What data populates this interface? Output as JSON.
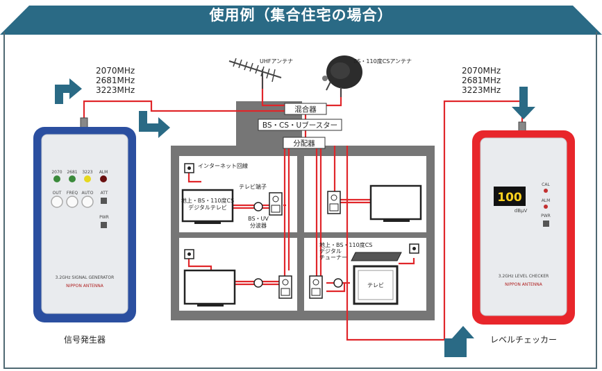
{
  "header": {
    "title": "使用例（集合住宅の場合）",
    "color": "#2a6a85"
  },
  "generator": {
    "label": "信号発生器",
    "freqs": [
      "2070MHz",
      "2681MHz",
      "3223MHz"
    ],
    "indicator_labels": [
      "2070",
      "2681",
      "3223",
      "ALM"
    ],
    "button_labels": [
      "OUT",
      "FREQ",
      "AUTO",
      "ATT"
    ],
    "pwr_label": "PWR",
    "device_text_1": "3.2GHz SIGNAL GENERATOR",
    "device_text_2": "NIPPON ANTENNA",
    "body_color": "#2b4fa0"
  },
  "checker": {
    "label": "レベルチェッカー",
    "freqs": [
      "2070MHz",
      "2681MHz",
      "3223MHz"
    ],
    "display_value": "100",
    "unit": "dBμV",
    "cal_label": "CAL",
    "alm_label": "ALM",
    "pwr_label": "PWR",
    "device_text_1": "3.2GHz LEVEL CHECKER",
    "device_text_2": "NIPPON ANTENNA",
    "body_color": "#e8262b"
  },
  "antennas": {
    "uhf": "UHFアンテナ",
    "bs": "BS・110度CSアンテナ"
  },
  "equipment": {
    "mixer": "混合器",
    "booster": "BS・CS・Uブースター",
    "splitter": "分配器"
  },
  "rooms": {
    "internet": "インターネット回線",
    "tv_terminal": "テレビ端子",
    "digital_tv": [
      "地上・BS・110度CS",
      "デジタルテレビ"
    ],
    "separator": [
      "BS・UV",
      "分波器"
    ],
    "tuner": [
      "地上・BS・110度CS",
      "デジタル",
      "チューナー"
    ],
    "tv": "テレビ"
  },
  "colors": {
    "cable": "#e0262a",
    "building": "#767676",
    "arrow": "#2a6a85"
  }
}
